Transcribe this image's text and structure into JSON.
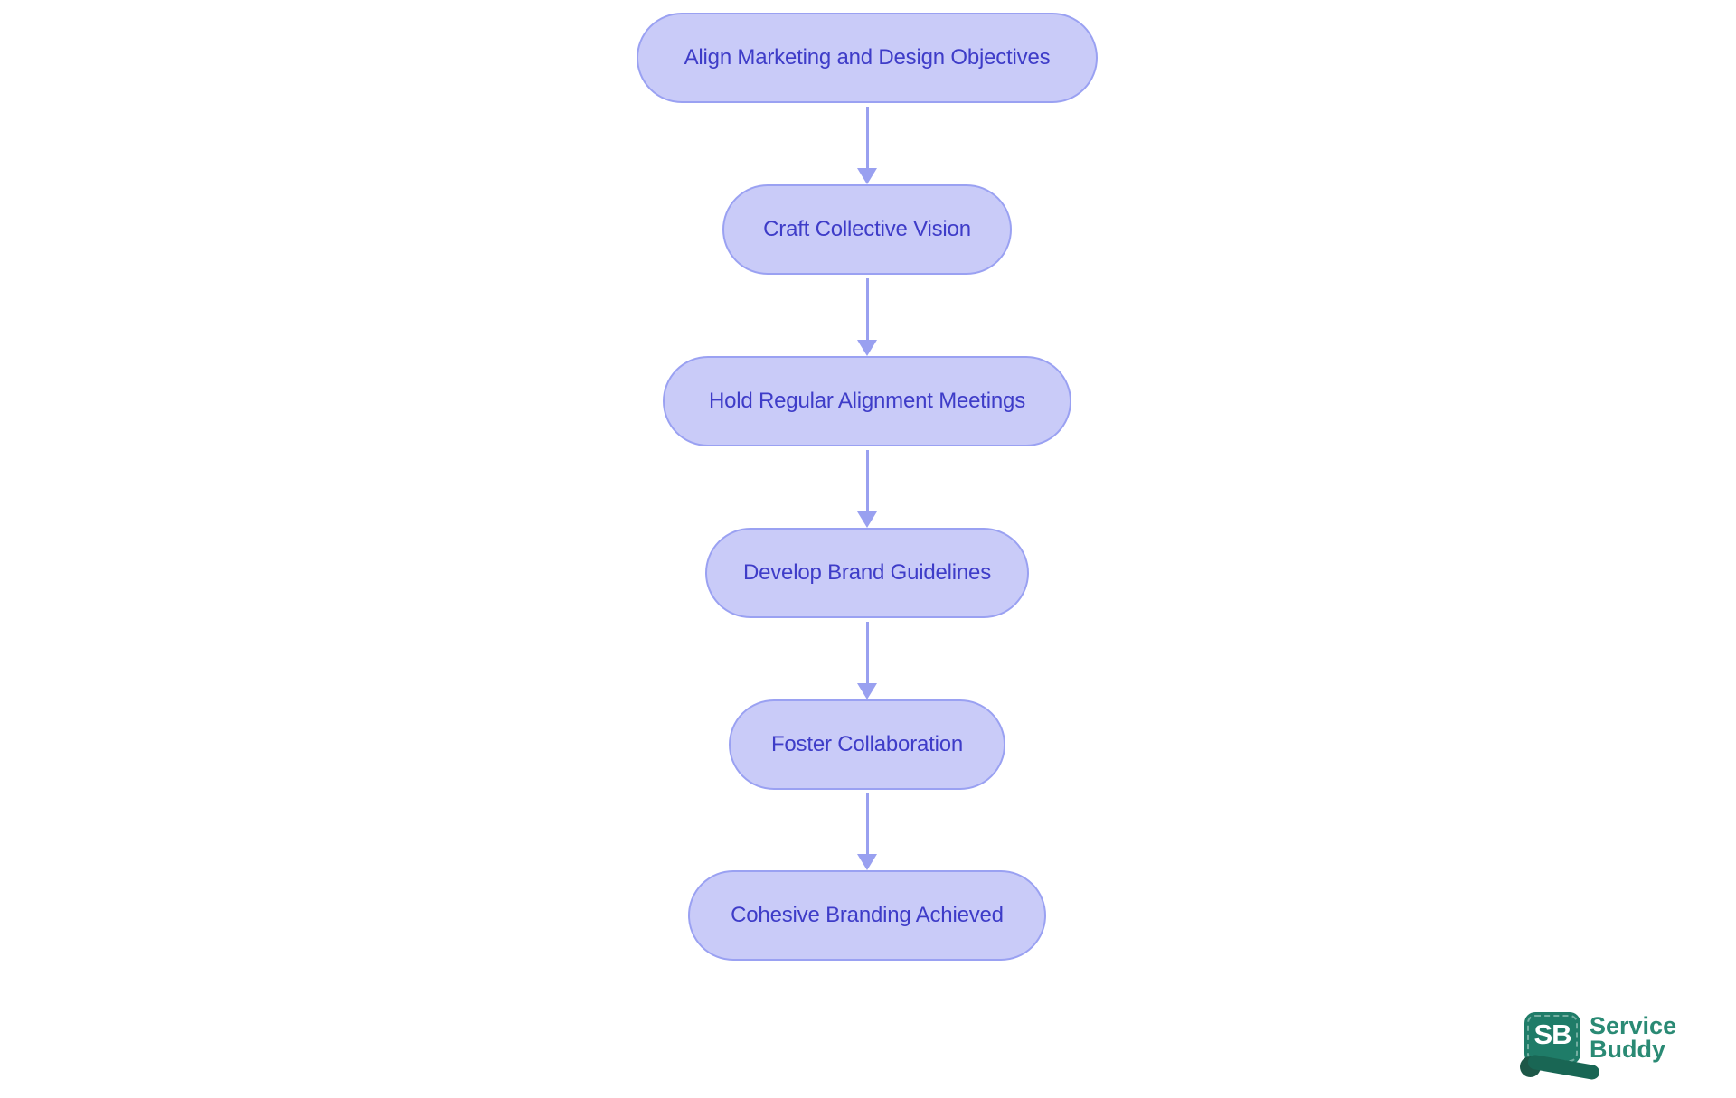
{
  "diagram": {
    "type": "flowchart",
    "direction": "top-to-bottom",
    "nodes": [
      {
        "id": "align-objectives",
        "label": "Align Marketing and Design Objectives"
      },
      {
        "id": "craft-vision",
        "label": "Craft Collective Vision"
      },
      {
        "id": "alignment-meetings",
        "label": "Hold Regular Alignment Meetings"
      },
      {
        "id": "brand-guidelines",
        "label": "Develop Brand Guidelines"
      },
      {
        "id": "foster-collaboration",
        "label": "Foster Collaboration"
      },
      {
        "id": "cohesive-branding",
        "label": "Cohesive Branding Achieved"
      }
    ],
    "edges": [
      {
        "from": "align-objectives",
        "to": "craft-vision"
      },
      {
        "from": "craft-vision",
        "to": "alignment-meetings"
      },
      {
        "from": "alignment-meetings",
        "to": "brand-guidelines"
      },
      {
        "from": "brand-guidelines",
        "to": "foster-collaboration"
      },
      {
        "from": "foster-collaboration",
        "to": "cohesive-branding"
      }
    ],
    "style": {
      "node_fill": "#c9cbf8",
      "node_border": "#9aa1f2",
      "node_text_color": "#3e3cc8",
      "arrow_color": "#99a0f0",
      "background": "#ffffff"
    }
  },
  "branding": {
    "monogram": "SB",
    "name_line1": "Service",
    "name_line2": "Buddy",
    "text_color": "#2a8a74",
    "badge_color": "#1f7c68"
  }
}
